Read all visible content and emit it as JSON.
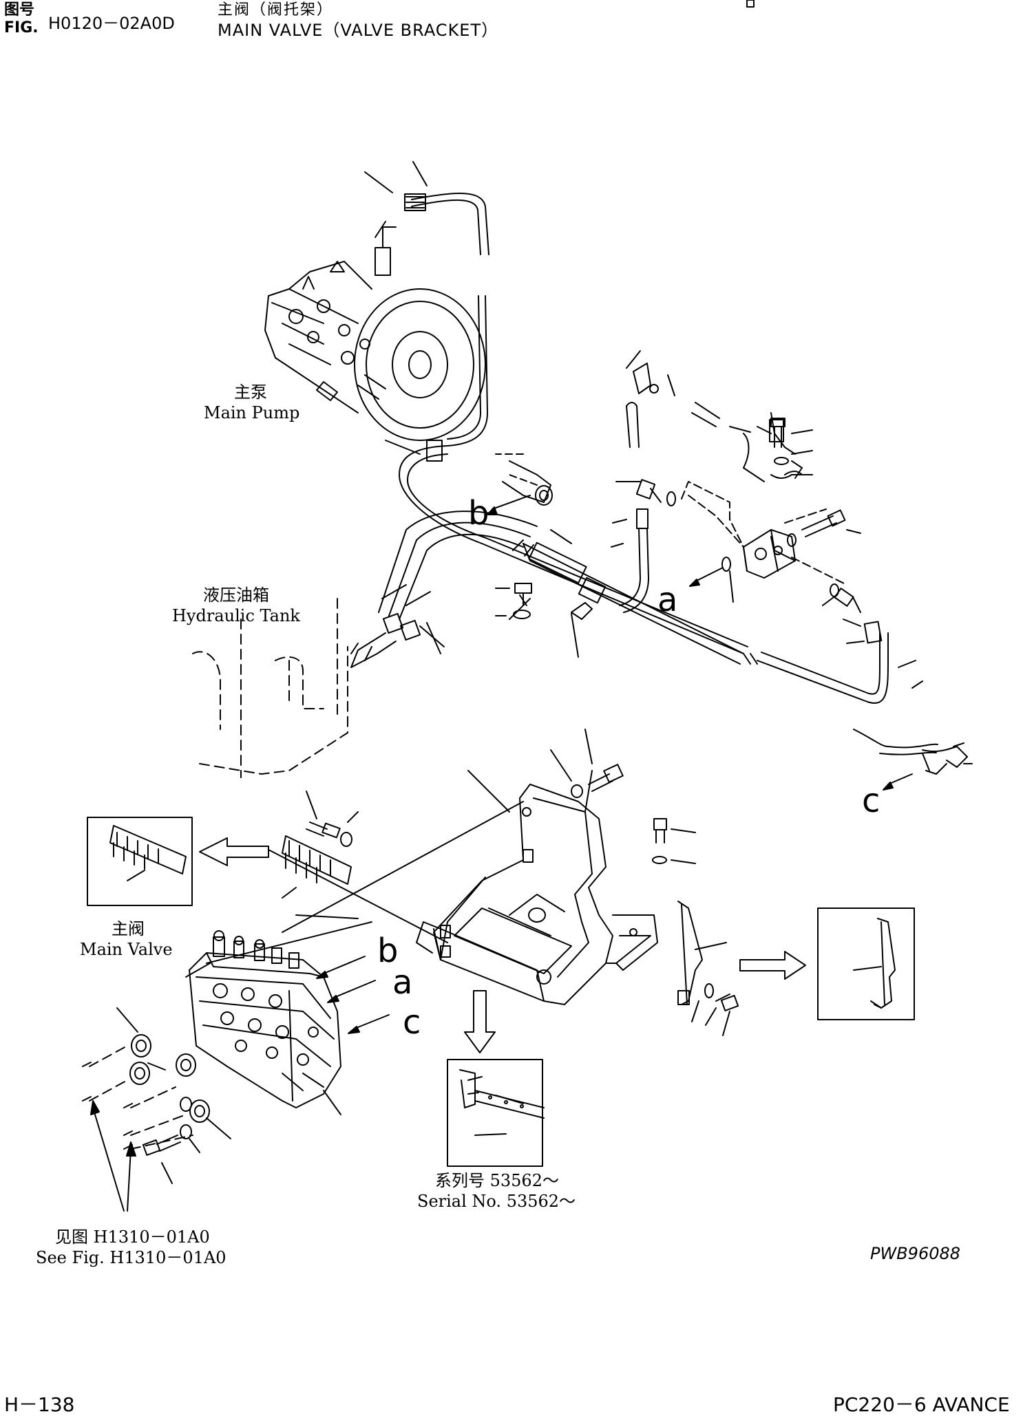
{
  "header": {
    "fig_label_cn": "图号",
    "fig_label_en": "FIG.",
    "fig_number": "H0120－02A0D",
    "title_cn": "主阀（阀托架）",
    "title_en": "MAIN VALVE（VALVE BRACKET）"
  },
  "labels": {
    "main_pump_cn": "主泵",
    "main_pump_en": "Main Pump",
    "hydraulic_tank_cn": "液压油箱",
    "hydraulic_tank_en": "Hydraulic Tank",
    "main_valve_cn": "主阀",
    "main_valve_en": "Main Valve",
    "serial_cn": "系列号 53562～",
    "serial_en": "Serial No. 53562～",
    "see_fig_cn": "见图 H1310－01A0",
    "see_fig_en": "See Fig. H1310－01A0"
  },
  "callouts": {
    "a": "a",
    "b": "b",
    "c": "c"
  },
  "drawing_code": "PWB96088",
  "footer": {
    "page": "H－138",
    "model": "PC220－6 AVANCE"
  }
}
